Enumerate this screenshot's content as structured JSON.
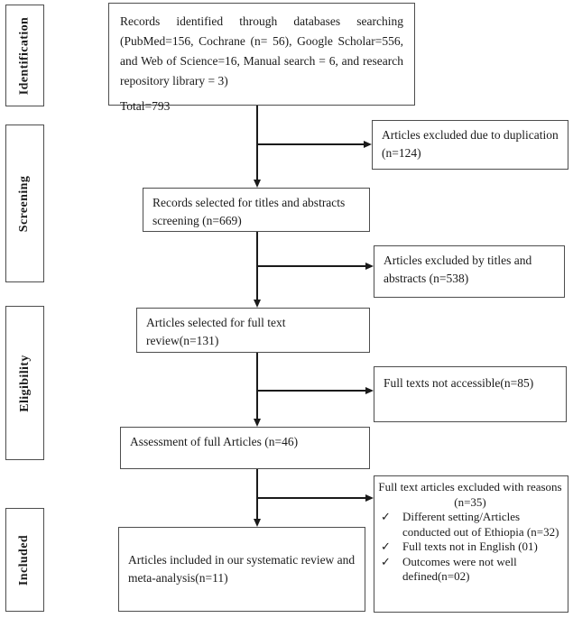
{
  "figure": {
    "type": "prisma-flow-diagram"
  },
  "stages": [
    {
      "id": "identification",
      "label": "Identification"
    },
    {
      "id": "screening",
      "label": "Screening"
    },
    {
      "id": "eligibility",
      "label": "Eligibility"
    },
    {
      "id": "included",
      "label": "Included"
    }
  ],
  "flow": {
    "records_identified": {
      "text": "Records identified through databases searching (PubMed=156, Cochrane (n= 56), Google Scholar=556, and Web of Science=16, Manual search = 6, and research repository library = 3)",
      "total": "Total=793"
    },
    "records_selected": {
      "text": "Records selected for titles and abstracts screening (n=669)"
    },
    "full_text_review": {
      "text": "Articles selected for full text review(n=131)"
    },
    "assessment": {
      "text": "Assessment of full Articles (n=46)"
    },
    "included": {
      "text": "Articles included in our systematic review and meta-analysis(n=11)"
    }
  },
  "exclusions": {
    "duplication": {
      "text": "Articles excluded due to duplication (n=124)"
    },
    "titles_abstracts": {
      "text": "Articles excluded by titles and abstracts (n=538)"
    },
    "not_accessible": {
      "text": "Full texts not accessible(n=85)"
    },
    "reasons": {
      "title": "Full text articles excluded with reasons (n=35)",
      "bullet": "✓",
      "items": [
        {
          "text": "Different setting/Articles conducted out of Ethiopia (n=32)"
        },
        {
          "text": "Full texts not in English (01)"
        },
        {
          "text": "Outcomes were not well defined(n=02)"
        }
      ]
    }
  },
  "colors": {
    "border": "#4d4d4d",
    "line": "#1a1a1a",
    "text": "#1a1a1a",
    "background": "#ffffff"
  }
}
